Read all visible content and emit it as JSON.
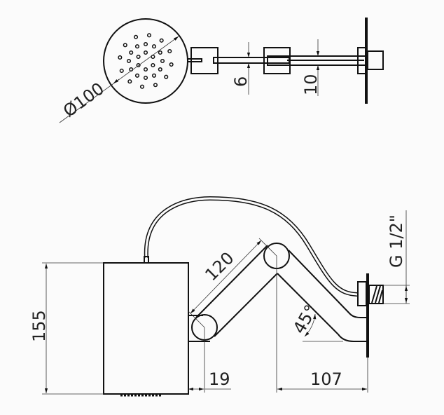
{
  "drawing": {
    "top_view": {
      "diameter_label": "Ø100",
      "rod_dim_label": "6",
      "tube_dim_label": "10"
    },
    "side_view": {
      "height_label": "155",
      "arm_length_label": "120",
      "offset_label": "19",
      "projection_label": "107",
      "angle_label": "45°",
      "thread_label": "G 1/2\""
    }
  }
}
